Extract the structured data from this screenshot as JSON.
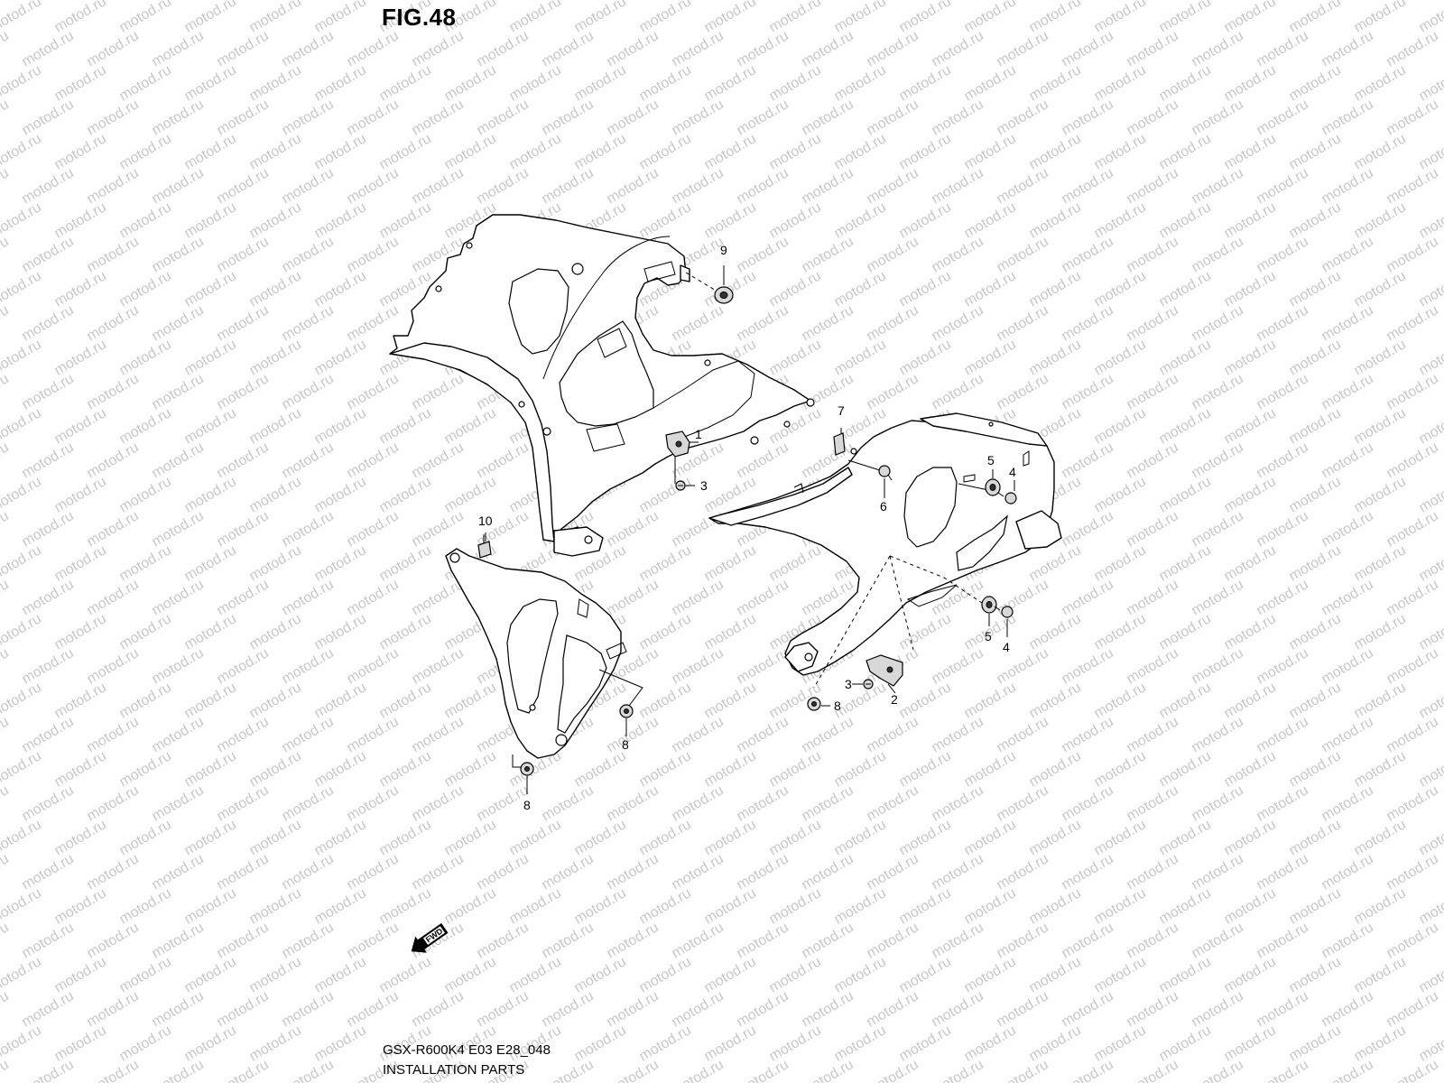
{
  "figure": {
    "title": "FIG.48"
  },
  "watermark": {
    "text": "motod.ru",
    "color": "#c8c8c8"
  },
  "footer": {
    "model": "GSX-R600K4 E03 E28_048",
    "caption": "INSTALLATION PARTS"
  },
  "callouts": [
    {
      "id": "c1",
      "label": "1"
    },
    {
      "id": "c2",
      "label": "2"
    },
    {
      "id": "c3a",
      "label": "3"
    },
    {
      "id": "c3b",
      "label": "3"
    },
    {
      "id": "c4a",
      "label": "4"
    },
    {
      "id": "c4b",
      "label": "4"
    },
    {
      "id": "c5a",
      "label": "5"
    },
    {
      "id": "c5b",
      "label": "5"
    },
    {
      "id": "c6",
      "label": "6"
    },
    {
      "id": "c7",
      "label": "7"
    },
    {
      "id": "c8a",
      "label": "8"
    },
    {
      "id": "c8b",
      "label": "8"
    },
    {
      "id": "c8c",
      "label": "8"
    },
    {
      "id": "c9",
      "label": "9"
    },
    {
      "id": "c10",
      "label": "10"
    }
  ],
  "direction_indicator": {
    "label": "FWD",
    "icon": "forward-arrow-icon"
  }
}
